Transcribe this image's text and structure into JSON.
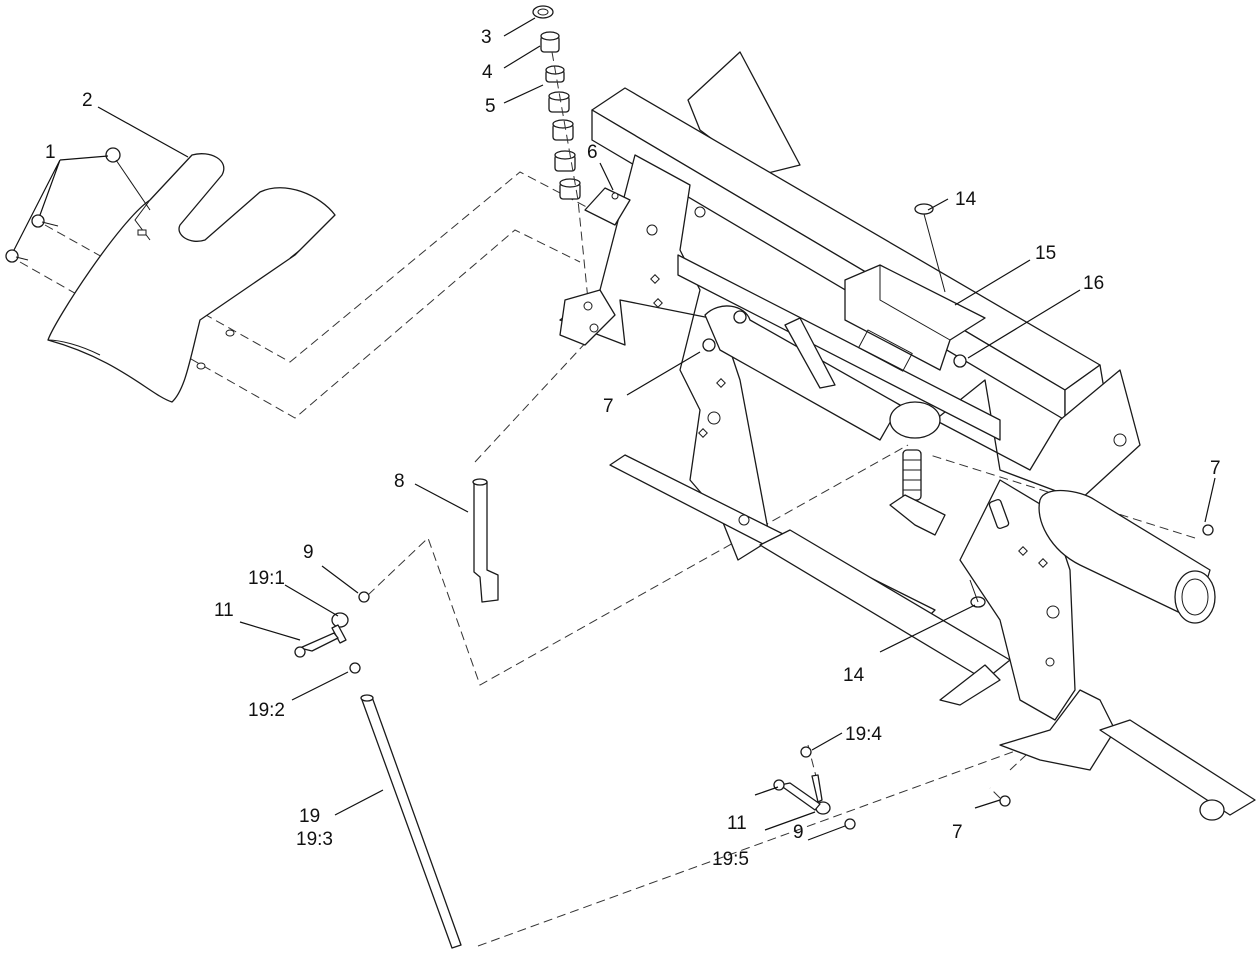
{
  "callouts": {
    "c1": "1",
    "c2": "2",
    "c3": "3",
    "c4": "4",
    "c5": "5",
    "c6": "6",
    "c7a": "7",
    "c7b": "7",
    "c7c": "7",
    "c8": "8",
    "c9a": "9",
    "c9b": "9",
    "c11a": "11",
    "c11b": "11",
    "c14a": "14",
    "c14b": "14",
    "c15": "15",
    "c16": "16",
    "c19_1": "19:1",
    "c19_2": "19:2",
    "c19": "19",
    "c19_3": "19:3",
    "c19_4": "19:4",
    "c19_5": "19:5"
  },
  "colors": {
    "line": "#1a1a1a",
    "background": "#ffffff"
  }
}
